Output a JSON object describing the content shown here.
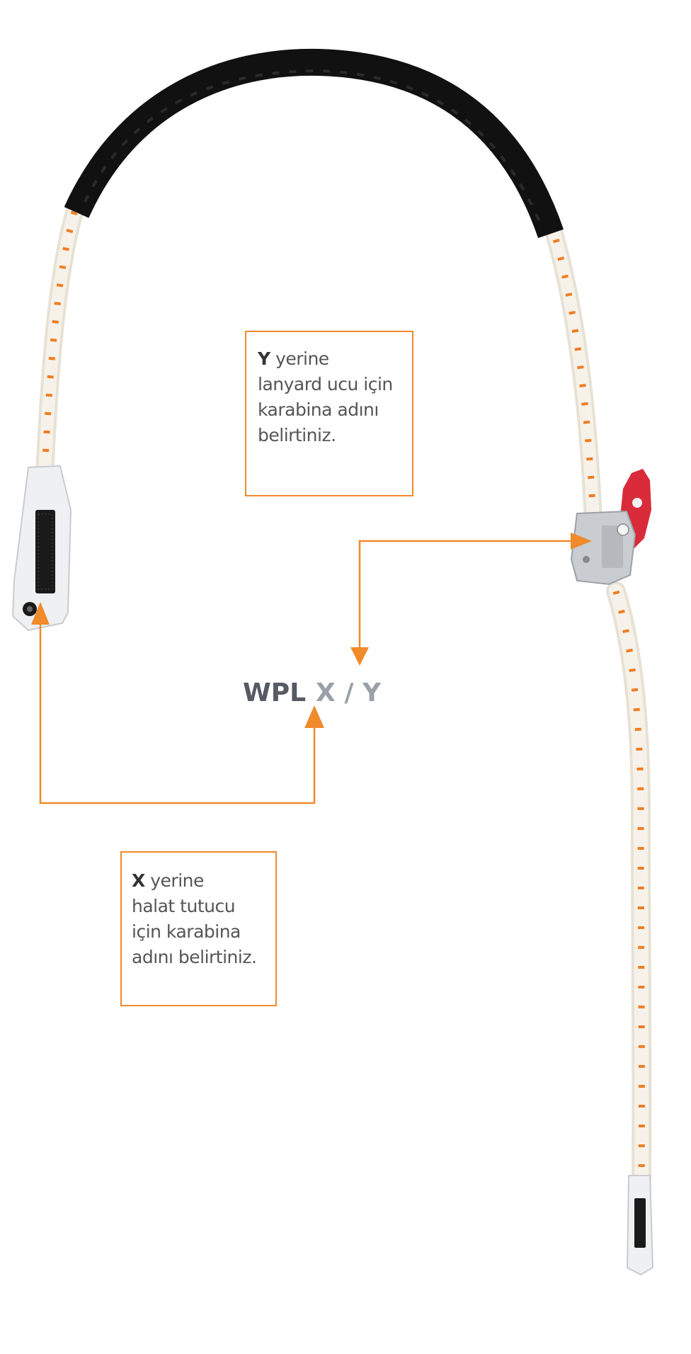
{
  "colors": {
    "accent_orange": "#f08a2a",
    "rope_white": "#f4efe6",
    "rope_fleck": "#f07d22",
    "sleeve_black": "#111111",
    "device_red": "#d92b3a",
    "device_grey": "#c9ccd0",
    "text_dark": "#555a63",
    "text_light": "#9aa0a8"
  },
  "code": {
    "prefix": "WPL",
    "variables": "X / Y"
  },
  "callout_y": {
    "key": "Y",
    "line1_rest": "yerine",
    "line2": "lanyard ucu için",
    "line3": "karabina adını",
    "line4": "belirtiniz."
  },
  "callout_x": {
    "key": "X",
    "line1_rest": "yerine",
    "line2": "halat tutucu",
    "line3": "için karabina",
    "line4": "adını belirtiniz."
  },
  "icons": [
    "rope-lanyard-icon",
    "rope-adjuster-device-icon",
    "sewn-termination-icon",
    "arrow-head-icon"
  ]
}
